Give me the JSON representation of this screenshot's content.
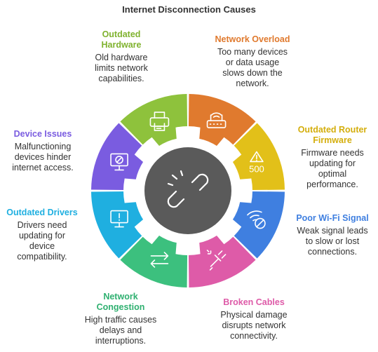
{
  "title": "Internet Disconnection Causes",
  "segments": [
    {
      "name": "network-overload",
      "color": "#E07A2E",
      "icon": "router-icon",
      "heading": "Network Overload",
      "desc": [
        "Too many devices",
        "or data usage",
        "slows down the",
        "network."
      ]
    },
    {
      "name": "outdated-router-firmware",
      "color": "#E2C019",
      "icon": "warning-500-icon",
      "badge": "500",
      "heading": [
        "Outdated Router",
        "Firmware"
      ],
      "desc": [
        "Firmware needs",
        "updating for",
        "optimal",
        "performance."
      ]
    },
    {
      "name": "poor-wifi-signal",
      "color": "#3F7FE0",
      "icon": "wifi-off-icon",
      "heading": "Poor Wi-Fi Signal",
      "desc": [
        "Weak signal leads",
        "to slow or lost",
        "connections."
      ]
    },
    {
      "name": "broken-cables",
      "color": "#DE5BA8",
      "icon": "plug-icon",
      "heading": "Broken Cables",
      "desc": [
        "Physical damage",
        "disrupts network",
        "connectivity."
      ]
    },
    {
      "name": "network-congestion",
      "color": "#3CC07E",
      "icon": "arrows-swap-icon",
      "heading": [
        "Network",
        "Congestion"
      ],
      "desc": [
        "High traffic causes",
        "delays and",
        "interruptions."
      ]
    },
    {
      "name": "outdated-drivers",
      "color": "#1FAFE0",
      "icon": "monitor-alert-icon",
      "heading": "Outdated Drivers",
      "desc": [
        "Drivers need",
        "updating for",
        "device",
        "compatibility."
      ]
    },
    {
      "name": "device-issues",
      "color": "#7A5CE0",
      "icon": "monitor-blocked-icon",
      "heading": "Device Issues",
      "desc": [
        "Malfunctioning",
        "devices hinder",
        "internet access."
      ]
    },
    {
      "name": "outdated-hardware",
      "color": "#8EC23C",
      "icon": "printer-icon",
      "heading": [
        "Outdated",
        "Hardware"
      ],
      "desc": [
        "Old hardware",
        "limits network",
        "capabilities."
      ]
    }
  ],
  "center": {
    "color": "#5A5A5A",
    "icon": "broken-link-icon"
  }
}
